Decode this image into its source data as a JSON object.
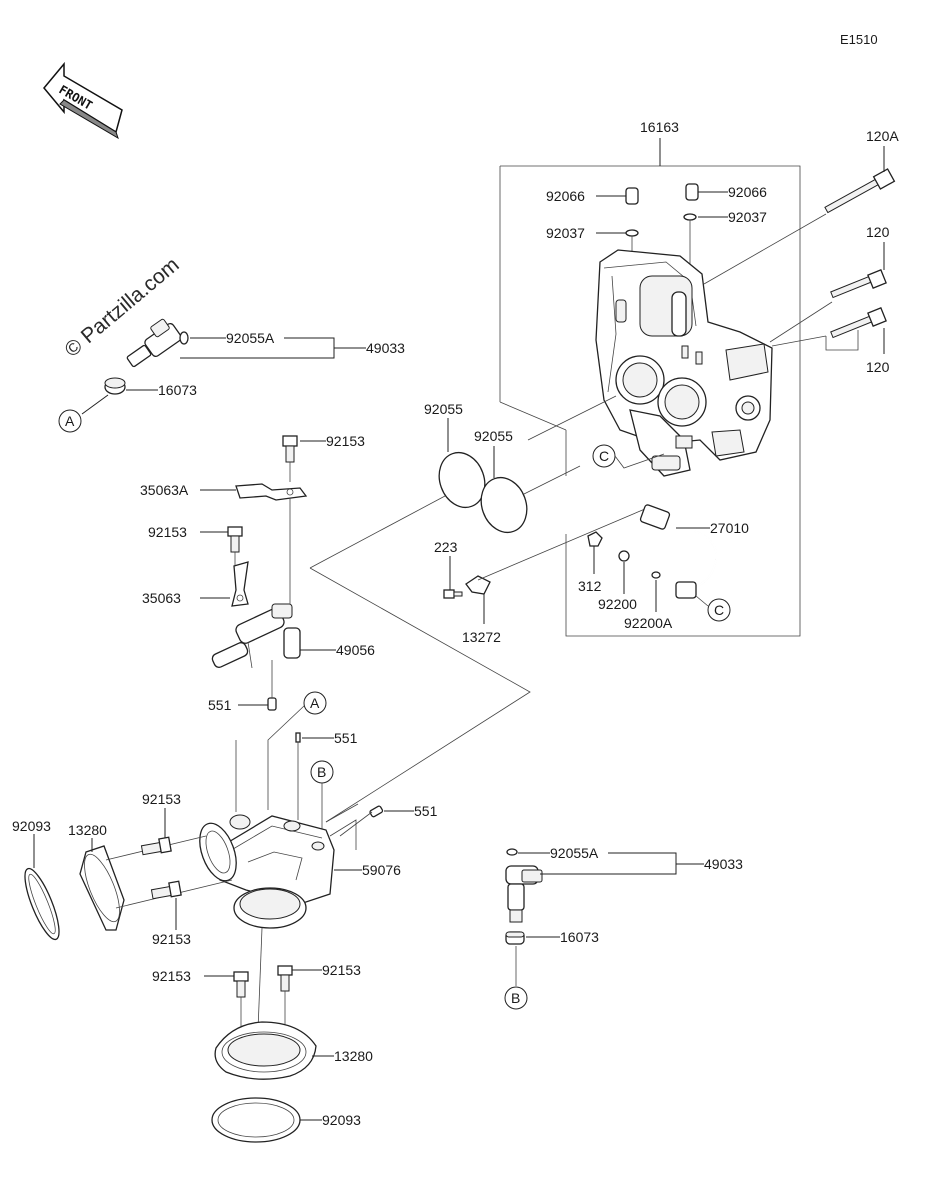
{
  "diagram_code": "E1510",
  "watermark": "© Partzilla.com",
  "front_label": "FRONT",
  "callouts": {
    "a": "A",
    "b": "B",
    "c": "C"
  },
  "labels": {
    "p16163": "16163",
    "p120A": "120A",
    "p120_top": "120",
    "p120_bot": "120",
    "p92066_l": "92066",
    "p92066_r": "92066",
    "p92037_l": "92037",
    "p92037_r": "92037",
    "p92055A_top": "92055A",
    "p49033_top": "49033",
    "p16073_top": "16073",
    "p92153_1": "92153",
    "p35063A": "35063A",
    "p92153_2": "92153",
    "p35063": "35063",
    "p49056": "49056",
    "p551_1": "551",
    "p551_2": "551",
    "p551_3": "551",
    "p92055_1": "92055",
    "p92055_2": "92055",
    "p223": "223",
    "p13272": "13272",
    "p27010": "27010",
    "p312": "312",
    "p92200": "92200",
    "p92200A": "92200A",
    "p13280_l": "13280",
    "p92093_l": "92093",
    "p92153_3": "92153",
    "p92153_4": "92153",
    "p59076": "59076",
    "p92055A_bot": "92055A",
    "p49033_bot": "49033",
    "p16073_bot": "16073",
    "p92153_5": "92153",
    "p92153_6": "92153",
    "p13280_b": "13280",
    "p92093_b": "92093"
  }
}
